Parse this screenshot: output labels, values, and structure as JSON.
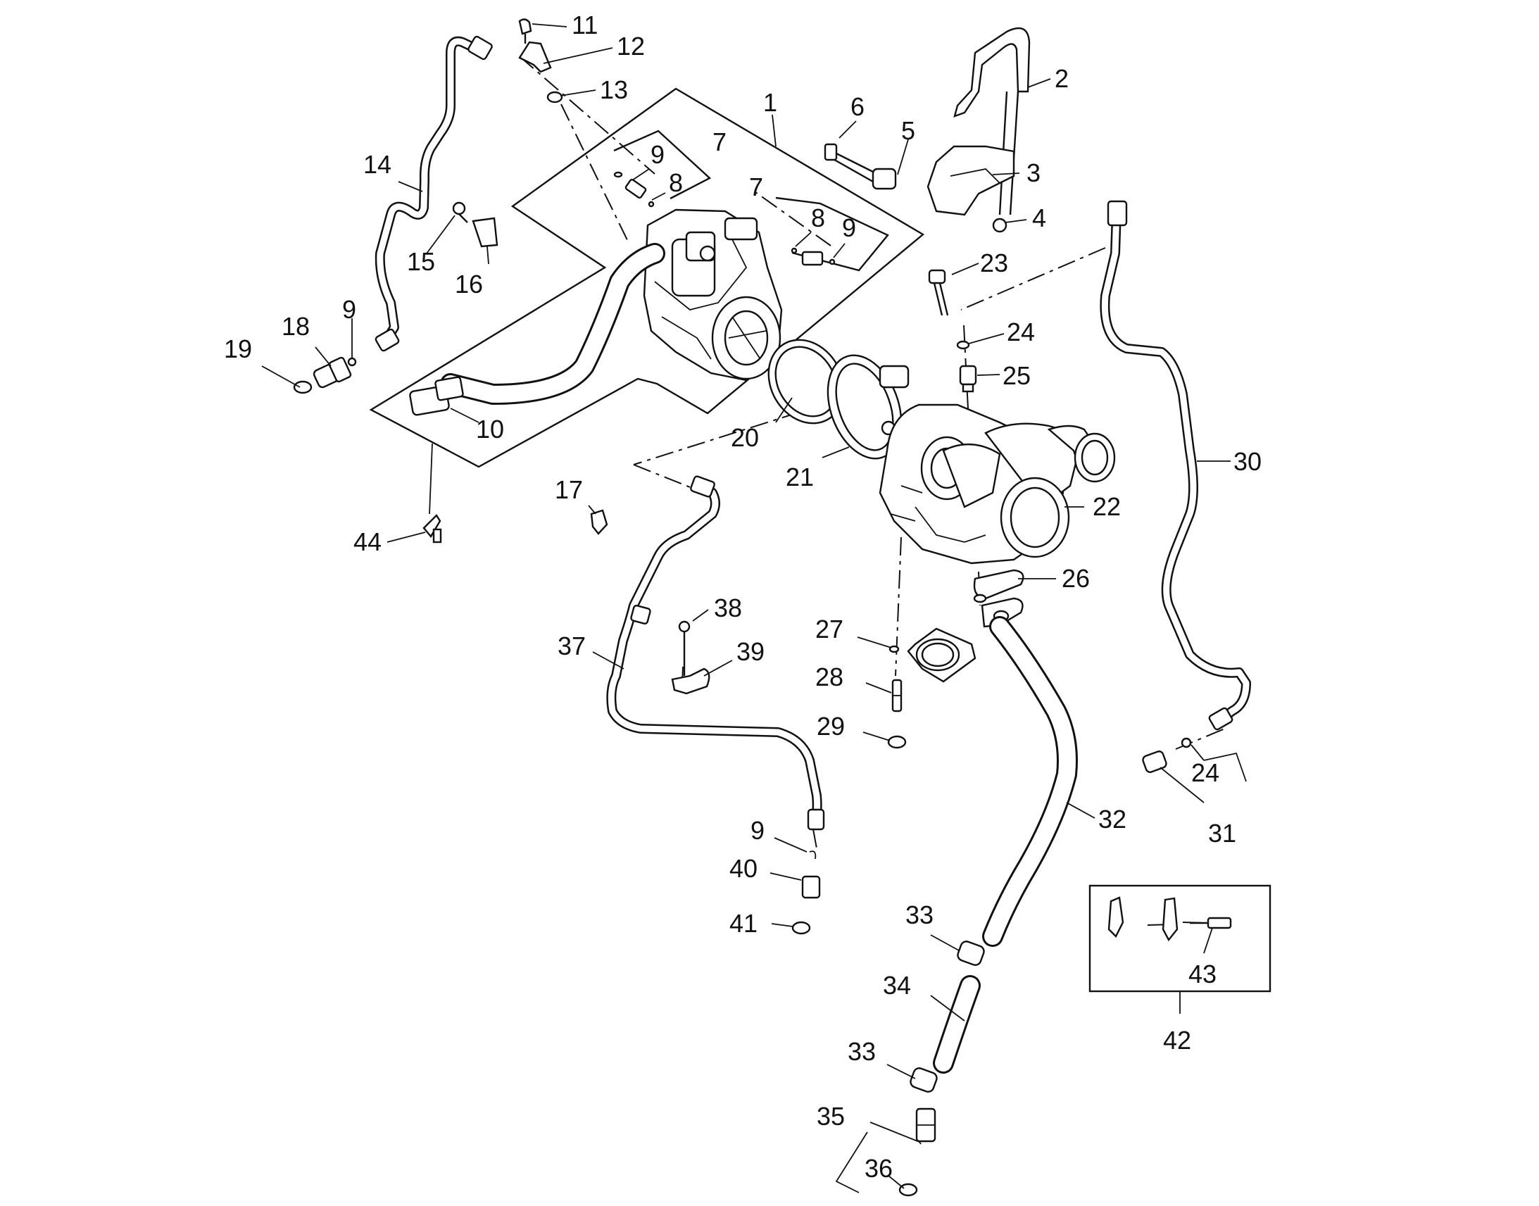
{
  "diagram": {
    "type": "exploded-parts-diagram",
    "colors": {
      "ink": "#111111",
      "background": "#ffffff"
    },
    "callouts": [
      {
        "id": "c1",
        "text": "1"
      },
      {
        "id": "c2",
        "text": "2"
      },
      {
        "id": "c3",
        "text": "3"
      },
      {
        "id": "c4",
        "text": "4"
      },
      {
        "id": "c5",
        "text": "5"
      },
      {
        "id": "c6",
        "text": "6"
      },
      {
        "id": "c7a",
        "text": "7"
      },
      {
        "id": "c7b",
        "text": "7"
      },
      {
        "id": "c8a",
        "text": "8"
      },
      {
        "id": "c8b",
        "text": "8"
      },
      {
        "id": "c9a",
        "text": "9"
      },
      {
        "id": "c9b",
        "text": "9"
      },
      {
        "id": "c9c",
        "text": "9"
      },
      {
        "id": "c9d",
        "text": "9"
      },
      {
        "id": "c10",
        "text": "10"
      },
      {
        "id": "c11",
        "text": "11"
      },
      {
        "id": "c12",
        "text": "12"
      },
      {
        "id": "c13",
        "text": "13"
      },
      {
        "id": "c14",
        "text": "14"
      },
      {
        "id": "c15",
        "text": "15"
      },
      {
        "id": "c16",
        "text": "16"
      },
      {
        "id": "c17",
        "text": "17"
      },
      {
        "id": "c18",
        "text": "18"
      },
      {
        "id": "c19",
        "text": "19"
      },
      {
        "id": "c20",
        "text": "20"
      },
      {
        "id": "c21",
        "text": "21"
      },
      {
        "id": "c22",
        "text": "22"
      },
      {
        "id": "c23",
        "text": "23"
      },
      {
        "id": "c24a",
        "text": "24"
      },
      {
        "id": "c24b",
        "text": "24"
      },
      {
        "id": "c25",
        "text": "25"
      },
      {
        "id": "c26",
        "text": "26"
      },
      {
        "id": "c27",
        "text": "27"
      },
      {
        "id": "c28",
        "text": "28"
      },
      {
        "id": "c29",
        "text": "29"
      },
      {
        "id": "c30",
        "text": "30"
      },
      {
        "id": "c31",
        "text": "31"
      },
      {
        "id": "c32",
        "text": "32"
      },
      {
        "id": "c33a",
        "text": "33"
      },
      {
        "id": "c33b",
        "text": "33"
      },
      {
        "id": "c34",
        "text": "34"
      },
      {
        "id": "c35",
        "text": "35"
      },
      {
        "id": "c36",
        "text": "36"
      },
      {
        "id": "c37",
        "text": "37"
      },
      {
        "id": "c38",
        "text": "38"
      },
      {
        "id": "c39",
        "text": "39"
      },
      {
        "id": "c40",
        "text": "40"
      },
      {
        "id": "c41",
        "text": "41"
      },
      {
        "id": "c42",
        "text": "42"
      },
      {
        "id": "c43",
        "text": "43"
      },
      {
        "id": "c44",
        "text": "44"
      }
    ]
  }
}
